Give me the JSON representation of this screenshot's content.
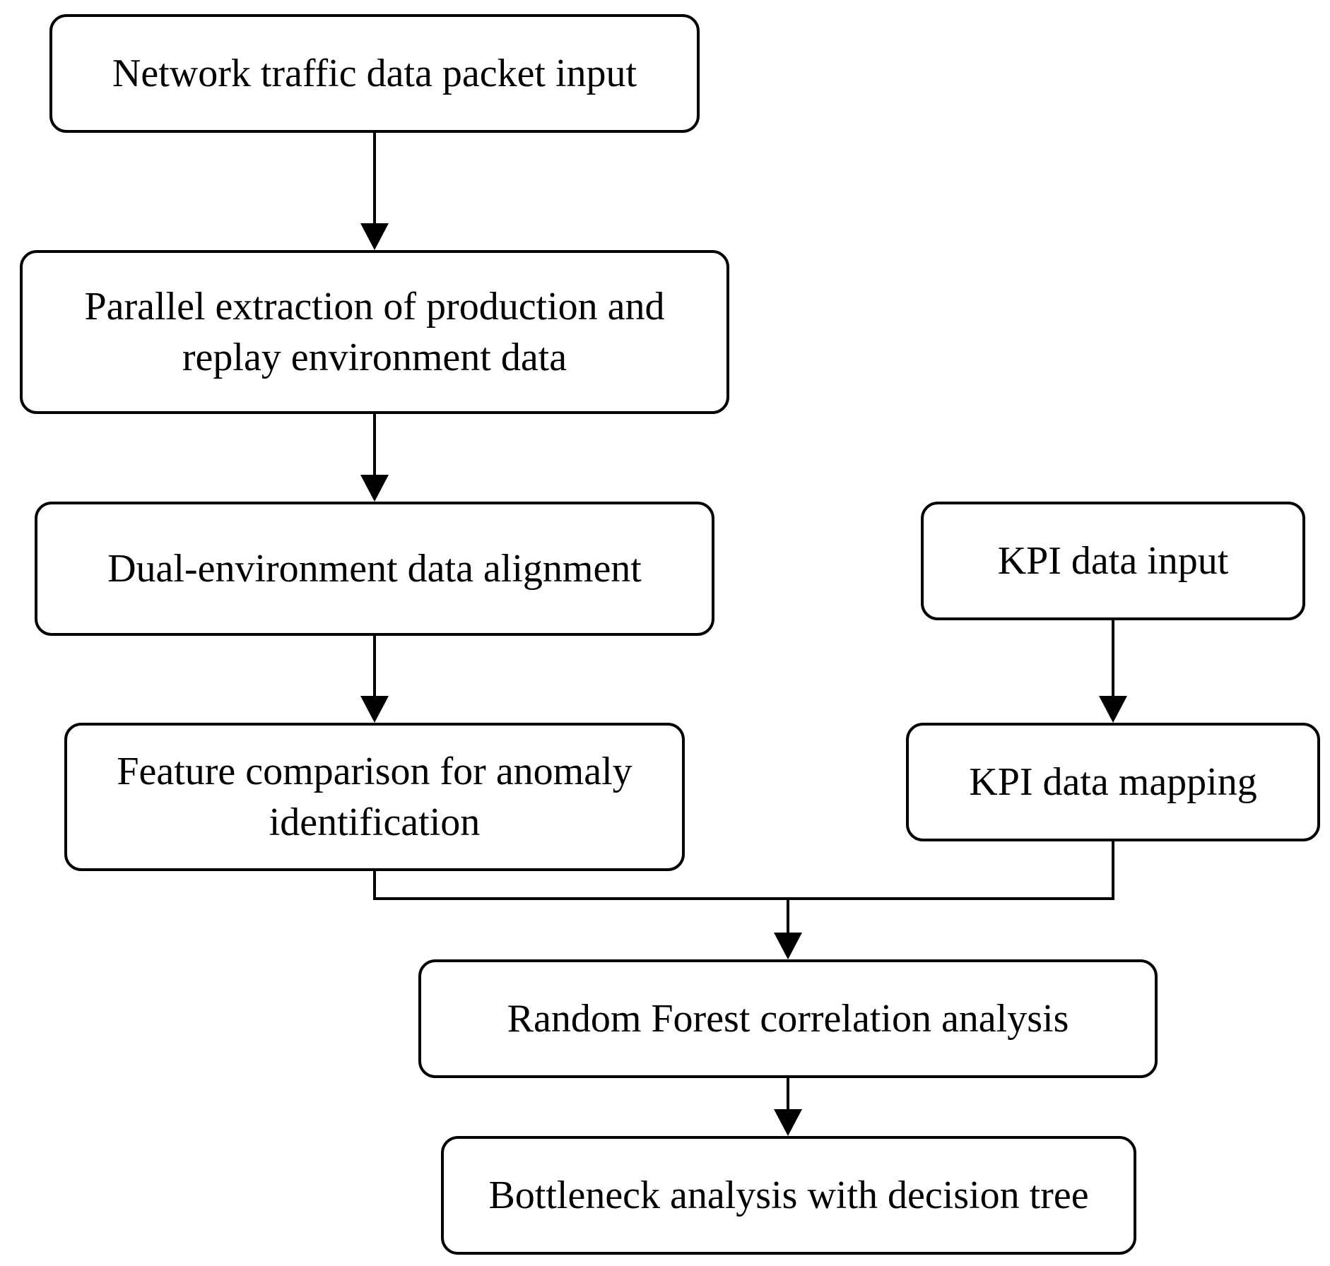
{
  "diagram": {
    "nodes": [
      {
        "id": "n1",
        "label": "Network traffic data packet input"
      },
      {
        "id": "n2",
        "label": "Parallel extraction of production and\nreplay environment data"
      },
      {
        "id": "n3",
        "label": "Dual-environment data alignment"
      },
      {
        "id": "n4",
        "label": "Feature comparison for anomaly\nidentification"
      },
      {
        "id": "n5",
        "label": "KPI data input"
      },
      {
        "id": "n6",
        "label": "KPI data mapping"
      },
      {
        "id": "n7",
        "label": "Random Forest correlation analysis"
      },
      {
        "id": "n8",
        "label": "Bottleneck analysis with decision tree"
      }
    ],
    "edges": [
      {
        "from": "n1",
        "to": "n2"
      },
      {
        "from": "n2",
        "to": "n3"
      },
      {
        "from": "n3",
        "to": "n4"
      },
      {
        "from": "n5",
        "to": "n6"
      },
      {
        "from": "n4",
        "to": "n7"
      },
      {
        "from": "n6",
        "to": "n7"
      },
      {
        "from": "n7",
        "to": "n8"
      }
    ],
    "colors": {
      "stroke": "#000000",
      "background": "#ffffff",
      "text": "#000000"
    }
  }
}
